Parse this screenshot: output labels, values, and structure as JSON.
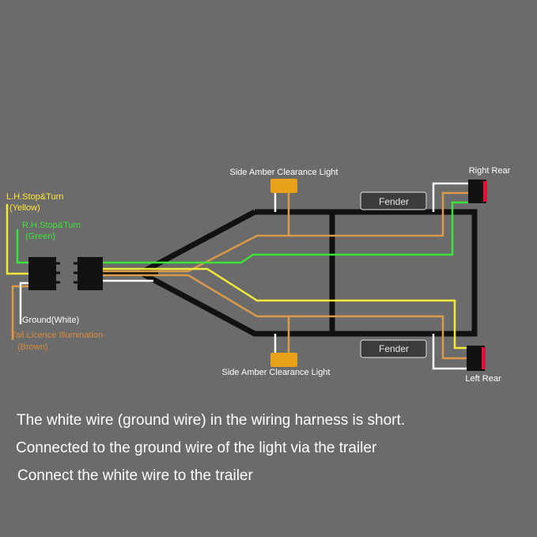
{
  "colors": {
    "background": "#6b6b6b",
    "frame": "#111111",
    "yellow": "#f2ea3a",
    "green": "#3fe23a",
    "white": "#ffffff",
    "brown": "#d99a4a",
    "amber": "#e8a21a",
    "red": "#e0103a",
    "label_yellow": "#ffe838",
    "label_green": "#3fe23a",
    "label_brown": "#d68a3e"
  },
  "labels": {
    "lh_stop_turn": "L.H.Stop&Turn",
    "lh_color": "(Yellow)",
    "rh_stop_turn": "R.H.Stop&Turn",
    "rh_color": "(Green)",
    "ground": "Ground(White)",
    "tail_licence": "Tail.Licence Illumination",
    "tail_color": "(Brown)",
    "side_clearance_top": "Side Amber Clearance Light",
    "side_clearance_bottom": "Side Amber Clearance Light",
    "fender_top": "Fender",
    "fender_bottom": "Fender",
    "right_rear": "Right Rear",
    "left_rear": "Left Rear"
  },
  "notes": [
    "The white wire (ground wire) in the wiring harness is short.",
    "Connected to the ground wire of the light via the trailer",
    "Connect the white wire to the trailer"
  ]
}
